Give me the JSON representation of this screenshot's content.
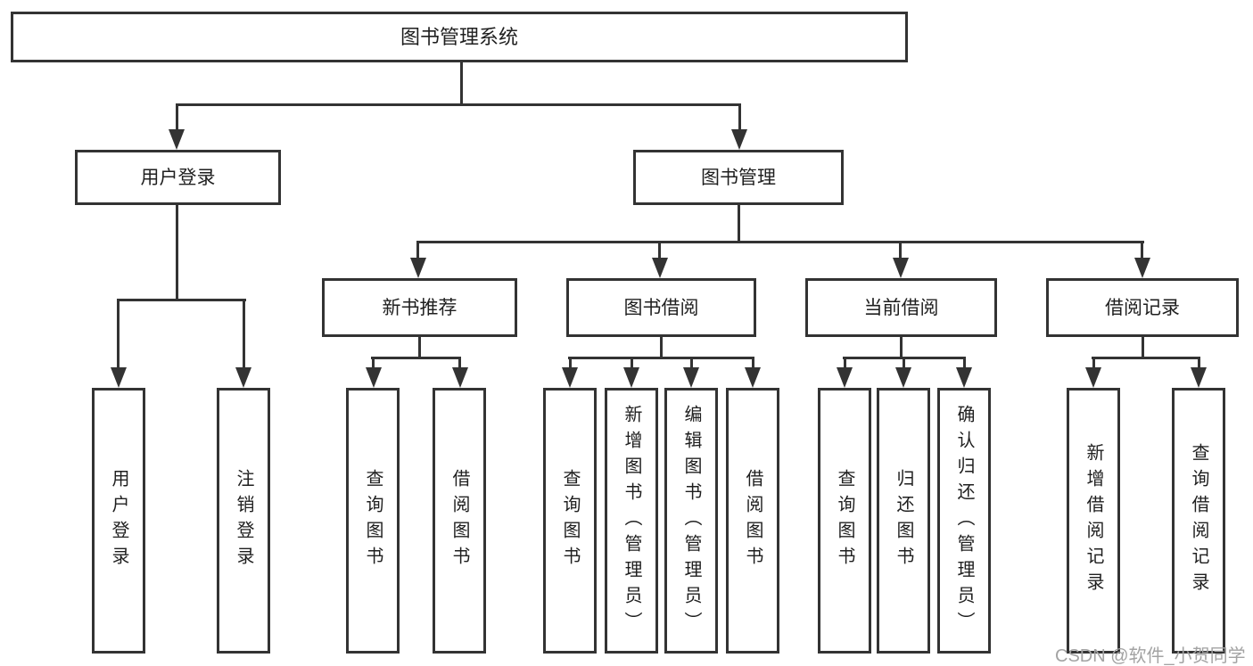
{
  "tree": {
    "label": "图书管理系统",
    "children": [
      {
        "label": "用户登录",
        "children": [
          {
            "label": "用户登录"
          },
          {
            "label": "注销登录"
          }
        ]
      },
      {
        "label": "图书管理",
        "children": [
          {
            "label": "新书推荐",
            "children": [
              {
                "label": "查询图书"
              },
              {
                "label": "借阅图书"
              }
            ]
          },
          {
            "label": "图书借阅",
            "children": [
              {
                "label": "查询图书"
              },
              {
                "label": "新增图书（管理员）"
              },
              {
                "label": "编辑图书（管理员）"
              },
              {
                "label": "借阅图书"
              }
            ]
          },
          {
            "label": "当前借阅",
            "children": [
              {
                "label": "查询图书"
              },
              {
                "label": "归还图书"
              },
              {
                "label": "确认归还（管理员）"
              }
            ]
          },
          {
            "label": "借阅记录",
            "children": [
              {
                "label": "新增借阅记录"
              },
              {
                "label": "查询借阅记录"
              }
            ]
          }
        ]
      }
    ]
  },
  "watermark": "CSDN @软件_小贺同学",
  "colors": {
    "line": "#333333",
    "text": "#1f1f1f",
    "watermark": "#a3a3a3",
    "background": "#ffffff"
  }
}
